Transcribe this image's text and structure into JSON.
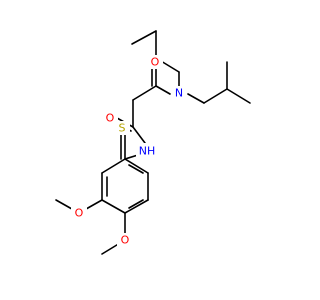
{
  "colors": {
    "carbon_bond": "#000000",
    "oxygen": "#ff0000",
    "nitrogen": "#0000ff",
    "sulfur": "#b5a400"
  },
  "atoms": {
    "n_amide": "N",
    "o_amide": "O",
    "o_imide": "O",
    "n_imide": "NH",
    "s_thio": "S",
    "o_methoxy_3": "O",
    "o_methoxy_4": "O"
  }
}
